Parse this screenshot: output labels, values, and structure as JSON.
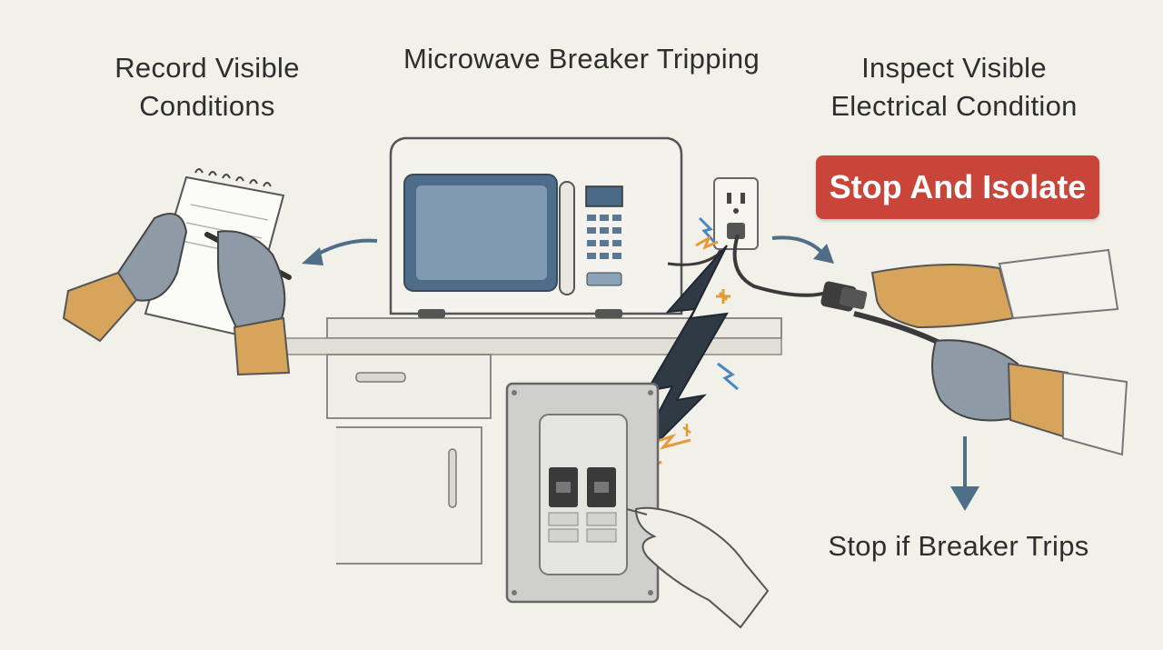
{
  "labels": {
    "title": "Microwave Breaker Tripping",
    "record_line1": "Record Visible",
    "record_line2": "Conditions",
    "inspect_line1": "Inspect Visible",
    "inspect_line2": "Electrical Condition",
    "stop_trips": "Stop if Breaker Trips"
  },
  "badge": {
    "text": "Stop And Isolate",
    "color": "#c9453a"
  },
  "colors": {
    "background": "#f1f0e9",
    "arrow": "#4f6f88",
    "glove_gray": "#8e9aa6",
    "glove_tan": "#d6a45a",
    "spark_blue": "#4a86c0",
    "spark_orange": "#e39a3a"
  },
  "icons": [
    "notepad-icon",
    "pen-icon",
    "microwave-icon",
    "outlet-icon",
    "plug-icon",
    "breaker-panel-icon",
    "lightning-icon",
    "arrow-icon"
  ]
}
